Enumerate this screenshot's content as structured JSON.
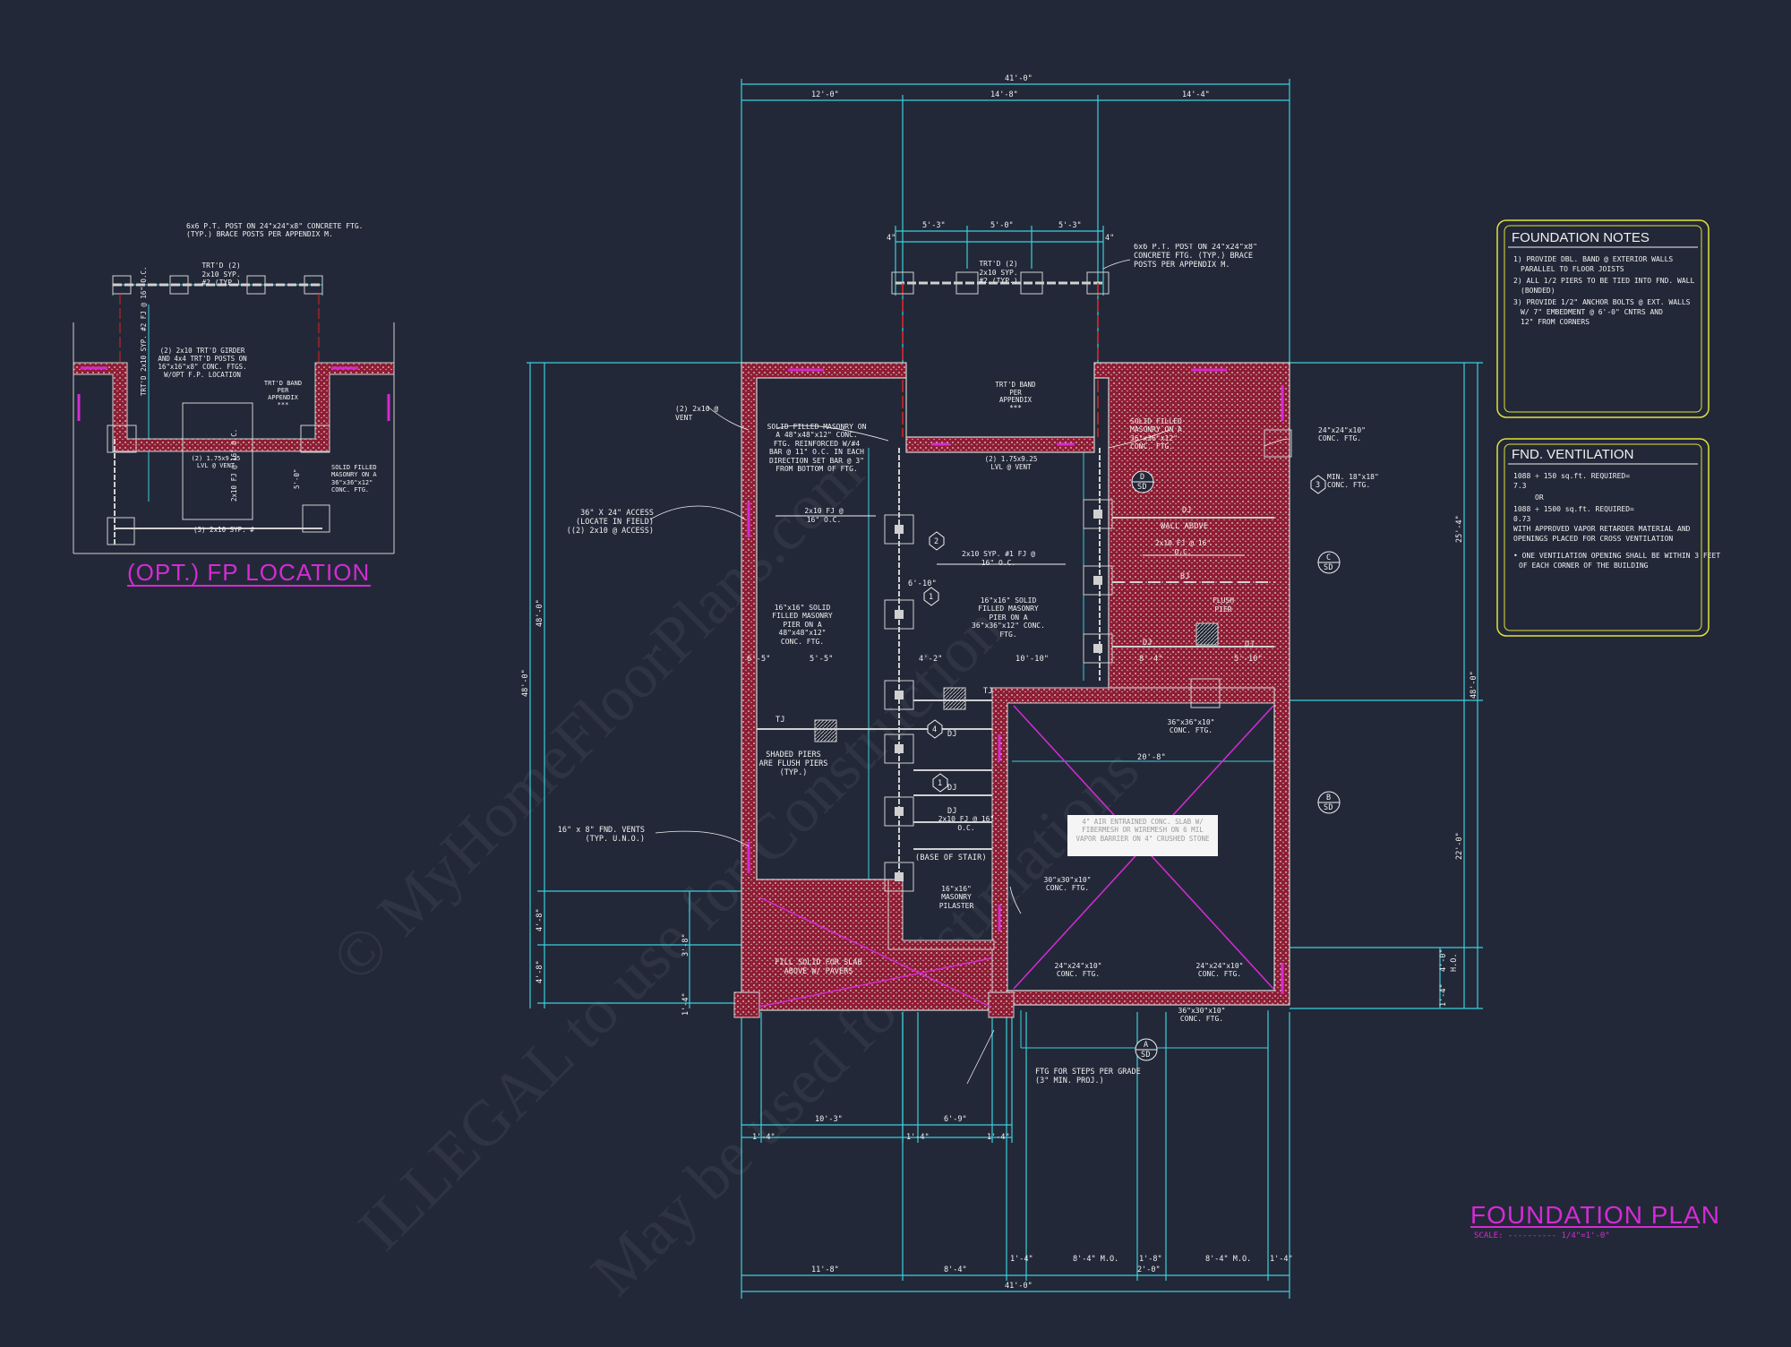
{
  "watermark": {
    "line1": "© MyHomeFloorPlans.com",
    "line2": "ILLEGAL to use for Construction",
    "line3": "May be used for Estimations"
  },
  "main_plan": {
    "title": "FOUNDATION PLAN",
    "scale_label": "SCALE: ---------- 1/4\"=1'-0\"",
    "dims_top": {
      "overall": "41'-0\"",
      "left": "12'-0\"",
      "middle": "14'-8\"",
      "right": "14'-4\"",
      "porch_a": "5'-3\"",
      "porch_b": "5'-0\"",
      "porch_c": "5'-3\"",
      "four_left": "4\"",
      "four_right": "4\""
    },
    "dims_bottom": {
      "overall": "41'-0\"",
      "a": "11'-8\"",
      "b": "8'-4\"",
      "c": "1'-4\"",
      "d": "8'-4\" M.O.",
      "e": "1'-8\"",
      "f": "2'-0\"",
      "g": "8'-4\" M.O.",
      "h": "1'-4\"",
      "step_a": "10'-3\"",
      "step_b": "6'-9\"",
      "step_c": "1'-4\"",
      "step_d": "1'-4\"",
      "step_e": "1'-4\""
    },
    "dims_left": {
      "overall": "48'-0\"",
      "main": "48'-0\"",
      "a": "4'-8\"",
      "b": "4'-8\"",
      "c": "3'-8\"",
      "d": "1'-4\""
    },
    "dims_right": {
      "overall": "48'-0\"",
      "a": "25'-4\"",
      "b": "22'-0\"",
      "c": "4'-0\"",
      "d": "1'-4\"",
      "ho": "H.O."
    },
    "labels": {
      "post_note": "6x6 P.T. POST ON 24\"x24\"x8\" CONCRETE FTG. (TYP.) BRACE POSTS PER APPENDIX M.",
      "trtd": "TRT'D (2) 2x10 SYP. #2 (TYP.)",
      "vent": "(2) 2x10 @ VENT",
      "solid_masonry_big": "SOLID FILLED MASONRY ON A 48\"x48\"x12\" CONC. FTG. REINFORCED W/#4 BAR @ 11\" O.C. IN EACH DIRECTION SET BAR @ 3\" FROM BOTTOM OF FTG.",
      "solid_masonry_right": "SOLID FILLED MASONRY ON A 36\"x36\"x12\" CONC. FTG.",
      "access": "36\" X 24\" ACCESS (LOCATE IN FIELD) ((2) 2x10 @ ACCESS)",
      "fj_left": "2x10 FJ @ 16\" O.C.",
      "fj_mid": "2x10 SYP. #1 FJ @ 16\" O.C.",
      "band": "TRT'D BAND PER APPENDIX ***",
      "lvl_vent": "(2) 1.75x9.25 LVL @ VENT",
      "ftg_24": "24\"x24\"x10\" CONC. FTG.",
      "ftg_min": "MIN. 18\"x18\" CONC. FTG.",
      "dj": "DJ",
      "wall_above": "WALL ABOVE",
      "fj_right": "2x10 FJ @ 16\" O.C.",
      "bj": "BJ",
      "flush_pier": "FLUSH PIER",
      "pier_48": "16\"x16\" SOLID FILLED MASONRY PIER ON A 48\"x48\"x12\" CONC. FTG.",
      "pier_36": "16\"x16\" SOLID FILLED MASONRY PIER ON A 36\"x36\"x12\" CONC. FTG.",
      "ftg_36": "36\"x36\"x10\" CONC. FTG.",
      "tj": "TJ",
      "shaded": "SHADED PIERS ARE FLUSH PIERS (TYP.)",
      "fnd_vents": "16\" x 8\" FND. VENTS (TYP. U.N.O.)",
      "fj_stair": "2x10 FJ @ 16\" O.C.",
      "base_stair": "(BASE OF STAIR)",
      "pilaster": "16\"x16\" MASONRY PILASTER",
      "ftg_30": "30\"x30\"x10\" CONC. FTG.",
      "slab": "4\" AIR ENTRAINED CONC. SLAB W/ FIBERMESH OR WIREMESH ON 6 MIL VAPOR BARRIER ON 4\" CRUSHED STONE",
      "fill_solid": "FILL SOLID FOR SLAB ABOVE W/ PAVERS",
      "ftg_24b": "24\"x24\"x10\" CONC. FTG.",
      "ftg_24c": "24\"x24\"x10\" CONC. FTG.",
      "ftg_36b": "36\"x30\"x10\" CONC. FTG.",
      "steps": "FTG FOR STEPS PER GRADE (3\" MIN. PROJ.)",
      "dim_20_8": "20'-8\"",
      "dim_6_10": "6'-10\"",
      "dim_8_4": "8'-4\"",
      "dim_5_10": "5'-10\"",
      "dim_10_10": "10'-10\"",
      "dim_4_2": "4'-2\"",
      "dim_6_5": "6'-5\"",
      "dim_5_5": "5'-5\""
    },
    "section_tags": [
      {
        "letter": "D",
        "ref": "SD"
      },
      {
        "letter": "C",
        "ref": "SD"
      },
      {
        "letter": "B",
        "ref": "SD"
      },
      {
        "letter": "A",
        "ref": "SD"
      }
    ],
    "pier_tags": [
      "1",
      "2",
      "3",
      "4",
      "1"
    ]
  },
  "opt_plan": {
    "title": "(OPT.) FP LOCATION",
    "post_note": "6x6 P.T. POST ON 24\"x24\"x8\" CONCRETE FTG. (TYP.) BRACE POSTS PER APPENDIX M.",
    "trtd": "TRT'D (2) 2x10 SYP. #2 (TYP.)",
    "girder": "(2) 2x10 TRT'D GIRDER AND 4x4 TRT'D POSTS ON 16\"x16\"x8\" CONC. FTGS. W/OPT F.P. LOCATION",
    "band": "TRT'D BAND PER APPENDIX ***",
    "lvl": "(2) 1.75x9.25 LVL @ VENT",
    "solid": "SOLID FILLED MASONRY ON A 36\"x36\"x12\" CONC. FTG.",
    "syp": "(3) 2x10 SYP. #",
    "side_a": "TRT'D 2x10 SYP. #2 FJ @ 16\" O.C.",
    "side_b": "2x10 FJ @ 16\" O.C.",
    "dim": "5'-0\""
  },
  "foundation_notes": {
    "heading": "FOUNDATION NOTES",
    "items": [
      "1) PROVIDE DBL. BAND @ EXTERIOR WALLS",
      "PARALLEL TO FLOOR JOISTS",
      "2) ALL 1/2 PIERS TO BE TIED INTO FND. WALL",
      "(BONDED)",
      "3) PROVIDE 1/2\" ANCHOR BOLTS @ EXT. WALLS",
      "W/ 7\" EMBEDMENT @ 6'-0\" CNTRS AND",
      "12\" FROM CORNERS"
    ]
  },
  "fnd_ventilation": {
    "heading": "FND. VENTILATION",
    "items": [
      "1088 ÷ 150 sq.ft. REQUIRED=",
      "7.3",
      "OR",
      "1088 ÷ 1500 sq.ft. REQUIRED=",
      "0.73",
      "WITH APPROVED VAPOR RETARDER MATERIAL AND",
      "OPENINGS PLACED FOR CROSS VENTILATION",
      "• ONE VENTILATION OPENING SHALL BE WITHIN 3 FEET",
      "OF EACH CORNER OF THE BUILDING"
    ]
  },
  "colors": {
    "background": "#232838",
    "dimension": "#3ad0dc",
    "wall_fill": "#b0203a",
    "accent_magenta": "#d42bd4",
    "notes_border": "#e2e23a",
    "text": "#f0f0f0"
  }
}
